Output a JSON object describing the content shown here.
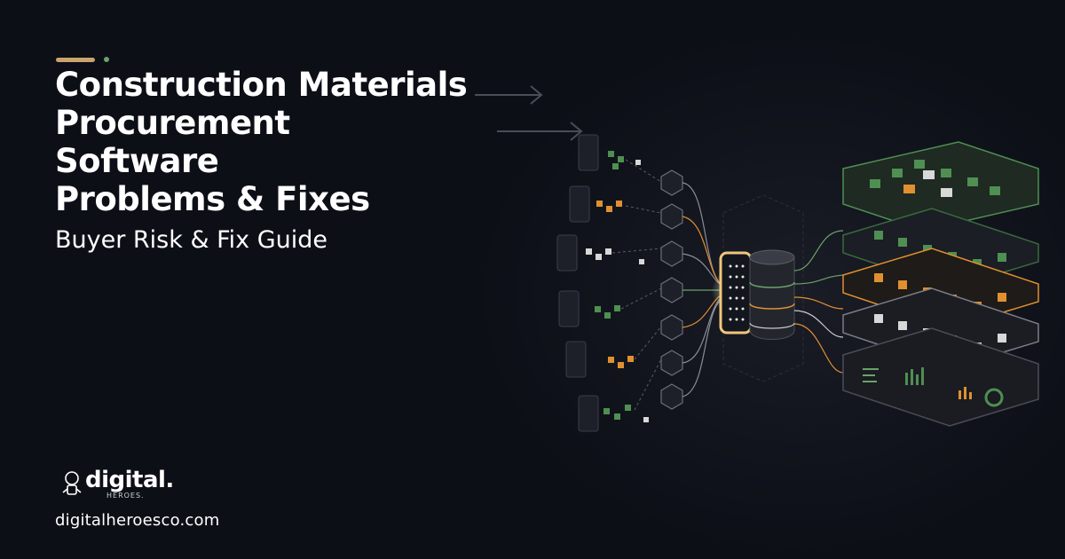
{
  "header": {
    "title_lines": [
      "Construction Materials",
      "Procurement",
      "Software",
      "Problems & Fixes"
    ],
    "subtitle": "Buyer Risk & Fix Guide"
  },
  "brand": {
    "logo_word": "digital.",
    "logo_sub": "HEROES.",
    "url": "digitalheroesco.com"
  },
  "colors": {
    "background": "#0d0f17",
    "accent_gold": "#c9a46c",
    "accent_green": "#6aa36a",
    "node_orange": "#e0902f",
    "node_green": "#4f8f52",
    "node_white": "#d8d8d8"
  },
  "icons": {
    "logo_mascot": "astronaut-hero-icon",
    "database": "database-stack-icon",
    "gateway": "gateway-panel-icon"
  }
}
